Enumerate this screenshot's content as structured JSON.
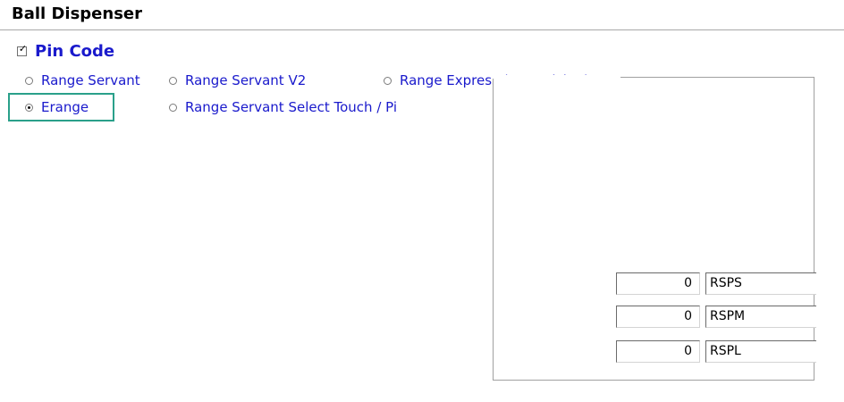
{
  "section": {
    "title": "Ball Dispenser"
  },
  "pin_code": {
    "label": "Pin Code",
    "checked": true,
    "tick_glyph": "✓"
  },
  "dispenser_types": [
    {
      "label": "Range Servant",
      "selected": false
    },
    {
      "label": "Range Servant V2",
      "selected": false
    },
    {
      "label": "Range Express (Easy Picker)",
      "selected": false
    },
    {
      "label": "Erange",
      "selected": true
    },
    {
      "label": "Range Servant Select Touch / Pi",
      "selected": false
    }
  ],
  "counters": [
    {
      "value": "0",
      "code": "RSPS"
    },
    {
      "value": "0",
      "code": "RSPM"
    },
    {
      "value": "0",
      "code": "RSPL"
    }
  ],
  "colors": {
    "label_blue": "#1a1acc",
    "highlight_teal": "#2aa08a"
  }
}
